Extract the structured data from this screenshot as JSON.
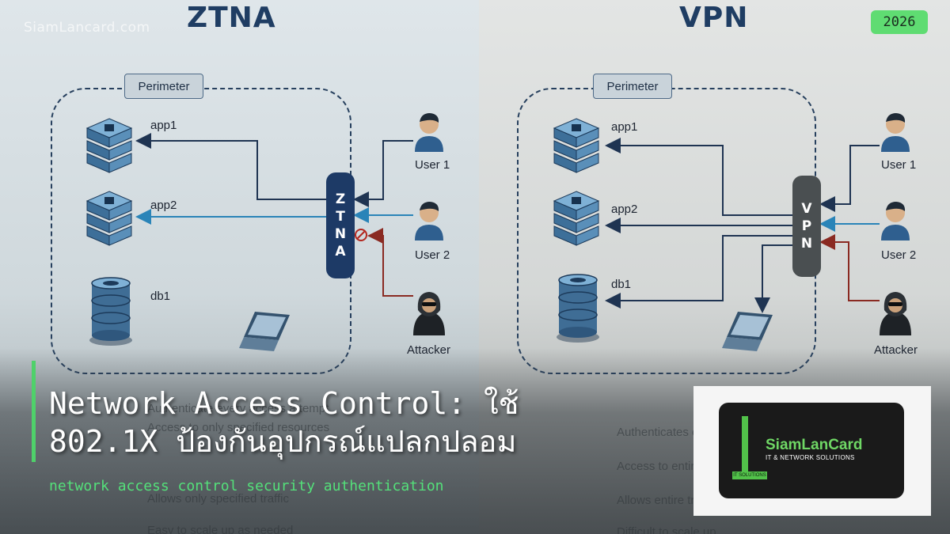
{
  "watermark": "SiamLancard.com",
  "year_badge": "2026",
  "ztna": {
    "title": "ZTNA",
    "perimeter_label": "Perimeter",
    "gateway_letters": [
      "Z",
      "T",
      "N",
      "A"
    ],
    "apps": [
      "app1",
      "app2",
      "db1"
    ],
    "users": [
      "User 1",
      "User 2",
      "Attacker"
    ]
  },
  "vpn": {
    "title": "VPN",
    "perimeter_label": "Perimeter",
    "gateway_letters": [
      "V",
      "P",
      "N"
    ],
    "apps": [
      "app1",
      "app2",
      "db1"
    ],
    "users": [
      "User 1",
      "User 2",
      "Attacker"
    ]
  },
  "faint_table_left": [
    "Authenticate every access attempt",
    "Access to only specified resources",
    "Allows only specified traffic",
    "Easy to scale up as needed"
  ],
  "faint_table_right": [
    "Authenticates o",
    "Access to entire",
    "Allows entire tr",
    "Difficult to scale up"
  ],
  "headline": {
    "line1": "Network Access Control: ใช้",
    "line2": "802.1X ป้องกันอุปกรณ์แปลกปลอม"
  },
  "subtitle": "network access control security authentication",
  "logo": {
    "brand": "SiamLanCard",
    "tagline": "IT & NETWORK SOLUTIONS",
    "chip": "IT SOLUTIONS"
  },
  "colors": {
    "ztna_gateway": "#1d3a66",
    "vpn_gateway": "#4a4f51",
    "legit_flow": "#1f5e9a",
    "attacker_flow": "#8a2a22",
    "accent_green": "#4fd16a"
  }
}
